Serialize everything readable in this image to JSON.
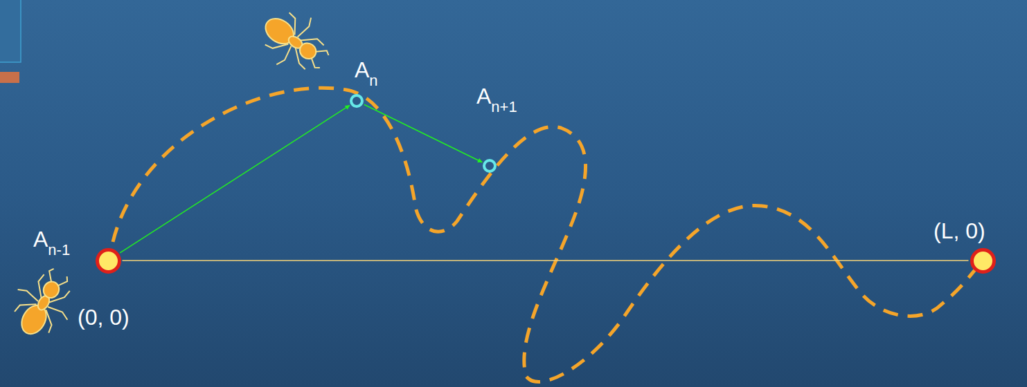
{
  "diagram": {
    "nodes": [
      {
        "text": [
          "An-1",
          "(0, 0)"
        ]
      },
      {
        "text": [
          "An"
        ]
      },
      {
        "text": [
          "An+1"
        ]
      },
      {
        "text": [
          "(L, 0)"
        ]
      }
    ],
    "edges": [
      {
        "from": 0,
        "to": 3,
        "arrow": "none"
      },
      {
        "from": 0,
        "to": 1,
        "arrow": "to"
      },
      {
        "from": 1,
        "to": 2,
        "arrow": "to"
      }
    ]
  }
}
